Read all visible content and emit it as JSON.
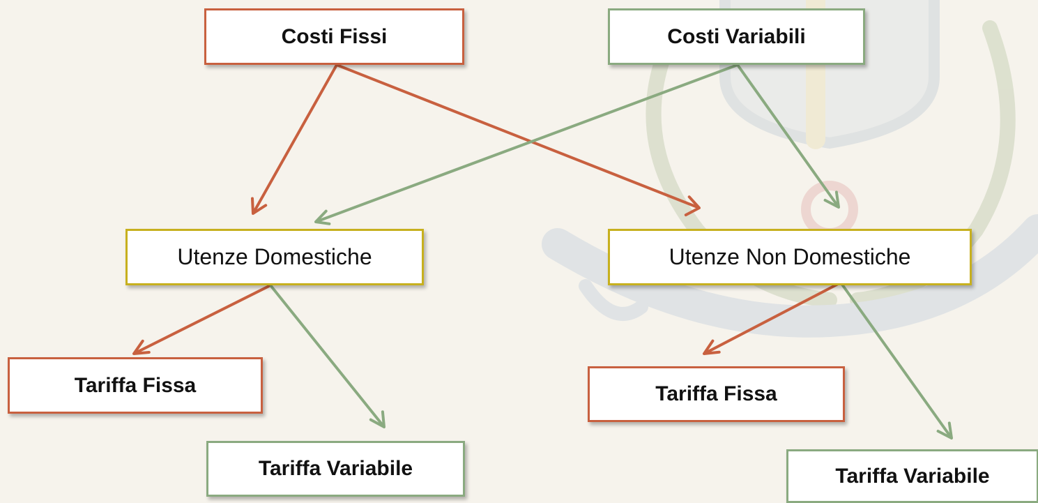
{
  "colors": {
    "red": "#c8603f",
    "green": "#8aaa80",
    "yellow": "#c7b01e",
    "background": "#f6f3ec"
  },
  "nodes": {
    "costi_fissi": "Costi Fissi",
    "costi_variabili": "Costi Variabili",
    "utenze_domestiche": "Utenze Domestiche",
    "utenze_non_domestiche": "Utenze Non Domestiche",
    "tariffa_fissa_1": "Tariffa Fissa",
    "tariffa_variabile_1": "Tariffa Variabile",
    "tariffa_fissa_2": "Tariffa Fissa",
    "tariffa_variabile_2": "Tariffa Variabile"
  },
  "edges": [
    {
      "from": "costi_fissi",
      "to": "utenze_domestiche",
      "color": "red"
    },
    {
      "from": "costi_fissi",
      "to": "utenze_non_domestiche",
      "color": "red"
    },
    {
      "from": "costi_variabili",
      "to": "utenze_domestiche",
      "color": "green"
    },
    {
      "from": "costi_variabili",
      "to": "utenze_non_domestiche",
      "color": "green"
    },
    {
      "from": "utenze_domestiche",
      "to": "tariffa_fissa_1",
      "color": "red"
    },
    {
      "from": "utenze_domestiche",
      "to": "tariffa_variabile_1",
      "color": "green"
    },
    {
      "from": "utenze_non_domestiche",
      "to": "tariffa_fissa_2",
      "color": "red"
    },
    {
      "from": "utenze_non_domestiche",
      "to": "tariffa_variabile_2",
      "color": "green"
    }
  ]
}
